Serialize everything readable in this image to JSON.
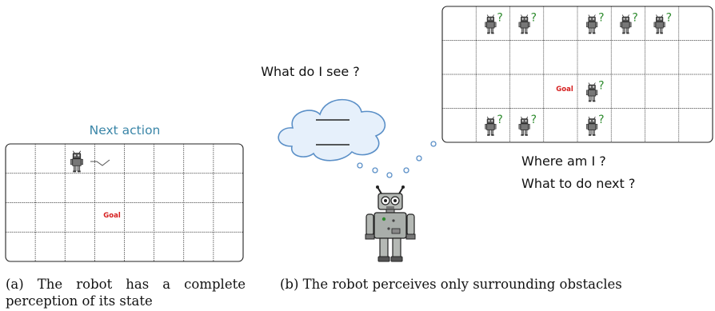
{
  "panel_a": {
    "label": "Next action",
    "label_color": "#3b86a8",
    "grid": {
      "rows": 4,
      "cols": 8
    },
    "goal_label": "Goal",
    "goal_color": "#d62020",
    "robot_icon": "robot-icon",
    "action_icon": "dashed-arrow-icon",
    "caption_line1": "(a) The robot has a complete",
    "caption_line2": "perception of its state"
  },
  "panel_b": {
    "thought": "What do I see ?",
    "question_line1": "Where am I ?",
    "question_line2": "What to do next ?",
    "grid": {
      "rows": 4,
      "cols": 8
    },
    "goal_label": "Goal",
    "goal_color": "#d62020",
    "unknown_mark": "?",
    "unknown_color": "#2e8b2e",
    "cloud_icon": "thought-cloud-icon",
    "robot_icon": "large-robot-icon",
    "caption": "(b) The robot perceives only surrounding obstacles"
  }
}
